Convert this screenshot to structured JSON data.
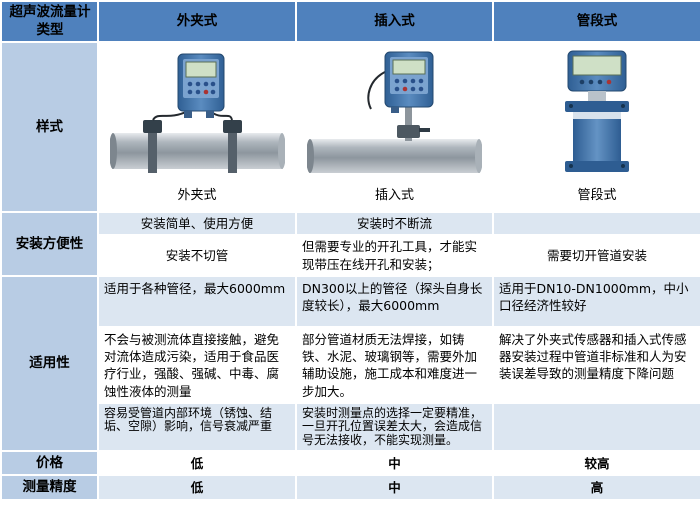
{
  "header": {
    "corner": "超声波流量计类型",
    "columns": [
      "外夹式",
      "插入式",
      "管段式"
    ]
  },
  "style_row": {
    "label": "样式",
    "captions": [
      "外夹式",
      "插入式",
      "管段式"
    ]
  },
  "installation": {
    "label": "安装方便性",
    "clamp_easy": "安装简单、使用方便",
    "insert_flow": "安装时不断流",
    "clamp_nocut": "安装不切管",
    "insert_tools": "但需要专业的开孔工具，才能实现带压在线开孔和安装；",
    "pipe_cut": "需要切开管道安装"
  },
  "applicability": {
    "label": "适用性",
    "clamp_range": "适用于各种管径，最大6000mm",
    "insert_range": "DN300以上的管径（探头自身长度较长），最大6000mm",
    "pipe_range": "适用于DN10-DN1000mm，中小口径经济性较好",
    "clamp_media": "不会与被测流体直接接触，避免对流体造成污染，适用于食品医疗行业，强酸、强碱、中毒、腐蚀性液体的测量",
    "insert_weld": "部分管道材质无法焊接，如铸铁、水泥、玻璃钢等，需要外加辅助设施，施工成本和难度进一步加大。",
    "pipe_accuracy": "解决了外夹式传感器和插入式传感器安装过程中管道非标准和人为安装误差导致的测量精度下降问题",
    "clamp_env": "容易受管道内部环境（锈蚀、结垢、空隙）影响，信号衰减严重",
    "insert_point": "安装时测量点的选择一定要精准，一旦开孔位置误差太大，会造成信号无法接收，不能实现测量。"
  },
  "price": {
    "label": "价格",
    "values": [
      "低",
      "中",
      "较高"
    ]
  },
  "accuracy": {
    "label": "测量精度",
    "values": [
      "低",
      "中",
      "高"
    ]
  },
  "colors": {
    "header_bg": "#4f81bd",
    "label_bg": "#b8cce4",
    "band_bg": "#dce6f1",
    "meter_blue": "#4b7fb5",
    "pipe_gray": "#9aa2a8",
    "screen_green": "#cfe0c6"
  }
}
